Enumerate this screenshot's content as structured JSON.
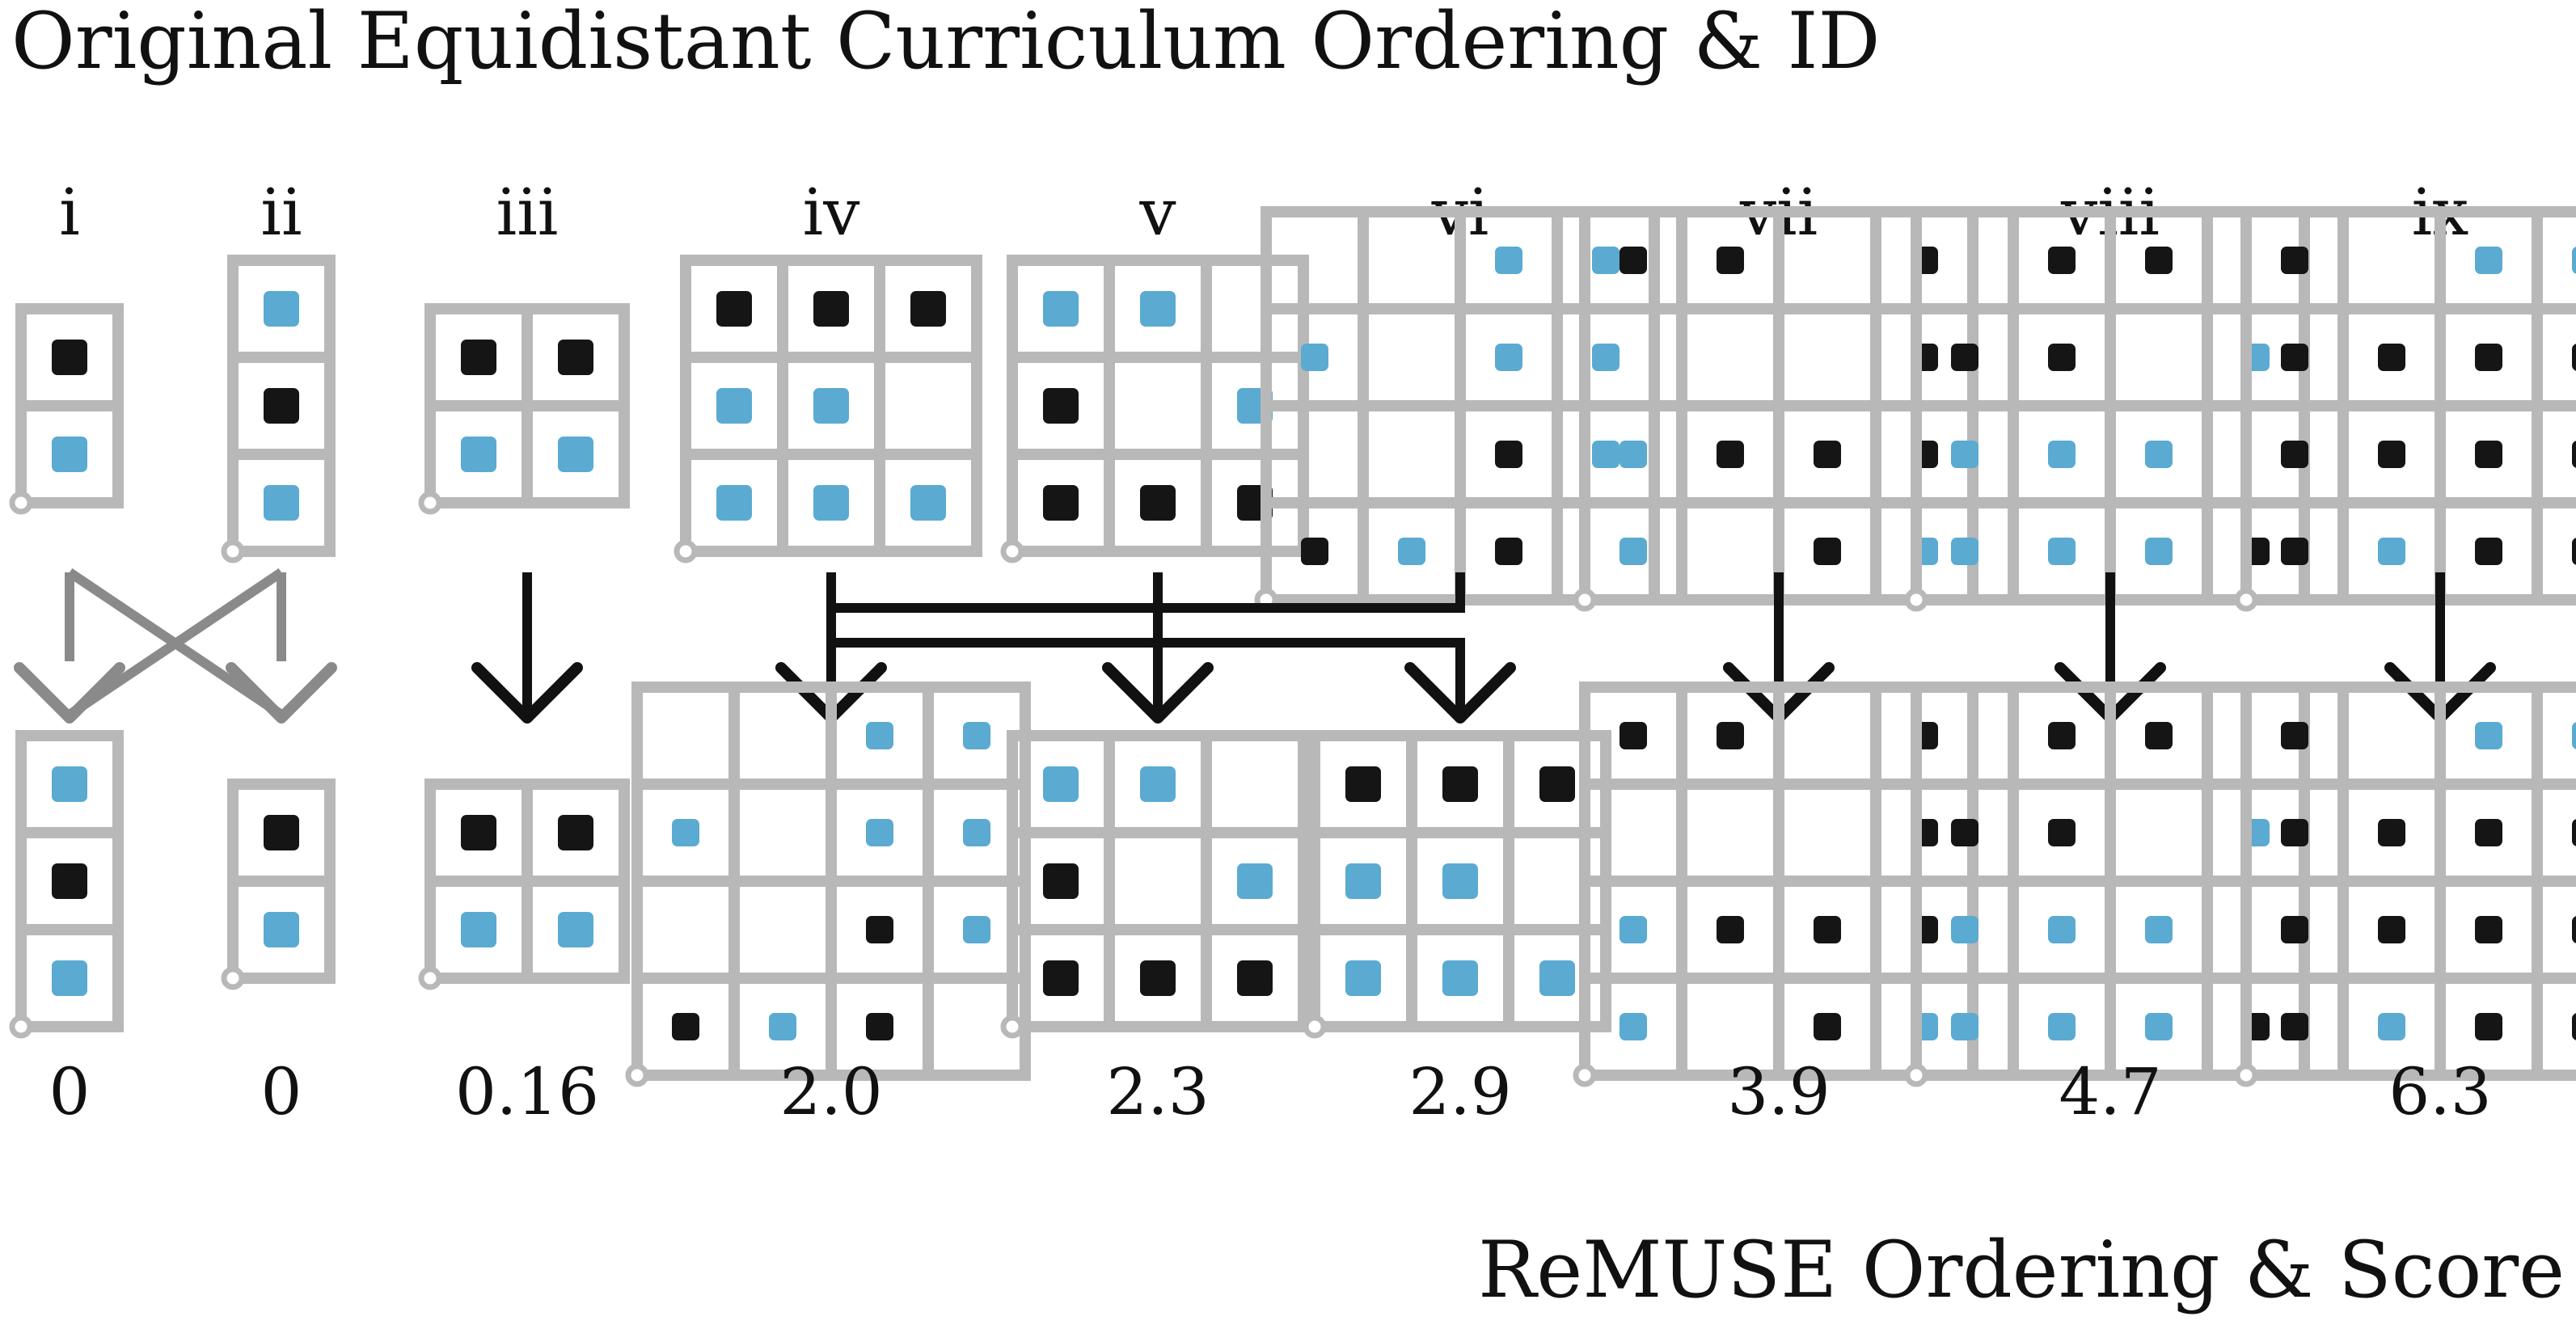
{
  "title_top": "Original Equidistant Curriculum Ordering & ID",
  "title_bottom": "ReMUSE Ordering & Score",
  "colors": {
    "grid": "#b8b8b8",
    "black_cell": "#151515",
    "blue_cell": "#5aaad2",
    "arrow_black": "#111111",
    "arrow_gray": "#8a8a8a"
  },
  "ids": [
    "i",
    "ii",
    "iii",
    "iv",
    "v",
    "vi",
    "vii",
    "viii",
    "ix"
  ],
  "scores": [
    "0",
    "0",
    "0.16",
    "2.0",
    "2.3",
    "2.9",
    "3.9",
    "4.7",
    "6.3"
  ],
  "top_ordering": [
    {
      "id": "i",
      "rows": 2,
      "cols": 1,
      "cells": [
        [
          "B"
        ],
        [
          "L"
        ]
      ]
    },
    {
      "id": "ii",
      "rows": 3,
      "cols": 1,
      "cells": [
        [
          "L"
        ],
        [
          "B"
        ],
        [
          "L"
        ]
      ]
    },
    {
      "id": "iii",
      "rows": 2,
      "cols": 2,
      "cells": [
        [
          "B",
          "B"
        ],
        [
          "L",
          "L"
        ]
      ]
    },
    {
      "id": "iv",
      "rows": 3,
      "cols": 3,
      "cells": [
        [
          "B",
          "B",
          "B"
        ],
        [
          "L",
          "L",
          ""
        ],
        [
          "L",
          "L",
          "L"
        ]
      ]
    },
    {
      "id": "v",
      "rows": 3,
      "cols": 3,
      "cells": [
        [
          "L",
          "L",
          ""
        ],
        [
          "B",
          "",
          "L"
        ],
        [
          "B",
          "B",
          "B"
        ]
      ]
    },
    {
      "id": "vi",
      "rows": 4,
      "cols": 4,
      "cells": [
        [
          "",
          "",
          "L",
          "L"
        ],
        [
          "L",
          "",
          "L",
          "L"
        ],
        [
          "",
          "",
          "B",
          "L"
        ],
        [
          "B",
          "L",
          "B",
          ""
        ]
      ]
    },
    {
      "id": "vii",
      "rows": 4,
      "cols": 4,
      "cells": [
        [
          "B",
          "B",
          "",
          "B"
        ],
        [
          "",
          "",
          "",
          "B"
        ],
        [
          "L",
          "B",
          "B",
          "B"
        ],
        [
          "L",
          "",
          "B",
          "L"
        ]
      ]
    },
    {
      "id": "viii",
      "rows": 4,
      "cols": 4,
      "cells": [
        [
          "",
          "B",
          "B",
          ""
        ],
        [
          "B",
          "B",
          "",
          "L"
        ],
        [
          "L",
          "L",
          "L",
          ""
        ],
        [
          "L",
          "L",
          "L",
          "B"
        ]
      ]
    },
    {
      "id": "ix",
      "rows": 4,
      "cols": 4,
      "cells": [
        [
          "B",
          "",
          "L",
          "L"
        ],
        [
          "B",
          "B",
          "B",
          "B"
        ],
        [
          "B",
          "B",
          "B",
          "B"
        ],
        [
          "B",
          "L",
          "B",
          "B"
        ]
      ]
    }
  ],
  "remuse_ordering": [
    "ii",
    "i",
    "iii",
    "vi",
    "v",
    "iv",
    "vii",
    "viii",
    "ix"
  ]
}
